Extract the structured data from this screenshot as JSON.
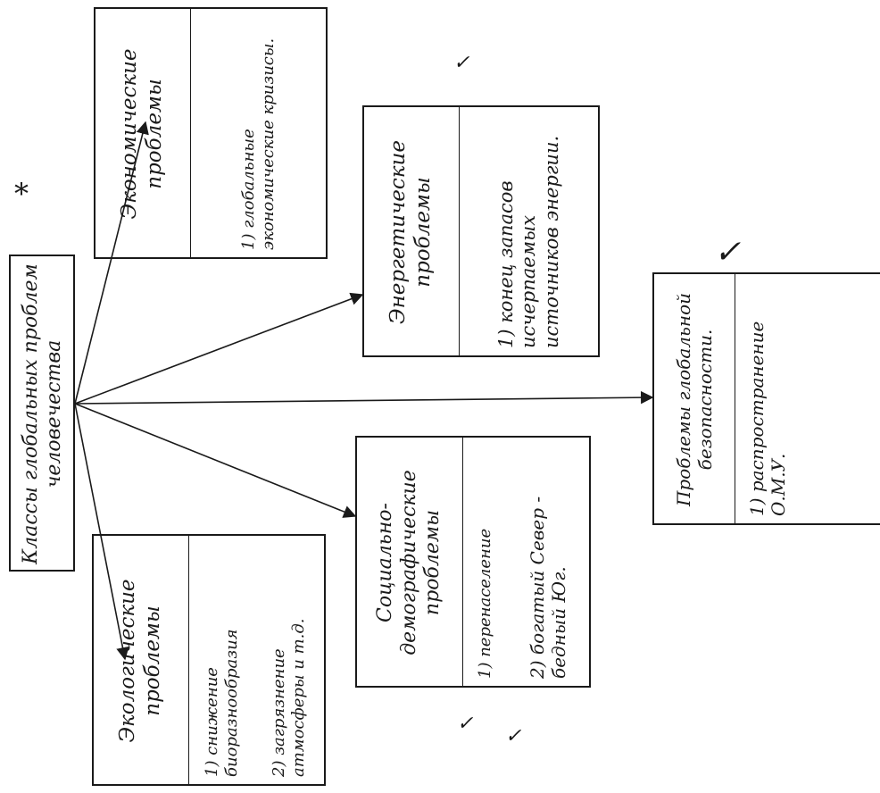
{
  "root": {
    "text": "Классы глобальных проблем человечества"
  },
  "boxes": [
    {
      "title": "Экономические проблемы",
      "items": [
        "1) глобальные экономические кризисы."
      ]
    },
    {
      "title": "Энергетические проблемы",
      "items": [
        "1) конец запасов исчерпаемых источников энергии."
      ]
    },
    {
      "title": "Проблемы глобальной безопасности.",
      "items": [
        "1) распространение О.М.У."
      ]
    },
    {
      "title": "Социально-демографические проблемы",
      "items": [
        "1) перенаселение",
        "2) богатый Север - бедный Юг."
      ]
    },
    {
      "title": "Экологические проблемы",
      "items": [
        "1) снижение биоразнообразия",
        "2) загрязнение атмосферы и т.д."
      ]
    }
  ],
  "marks": {
    "star": "*",
    "check1": "✓",
    "check2": "✓",
    "check3": "✓",
    "check4": "✓"
  }
}
